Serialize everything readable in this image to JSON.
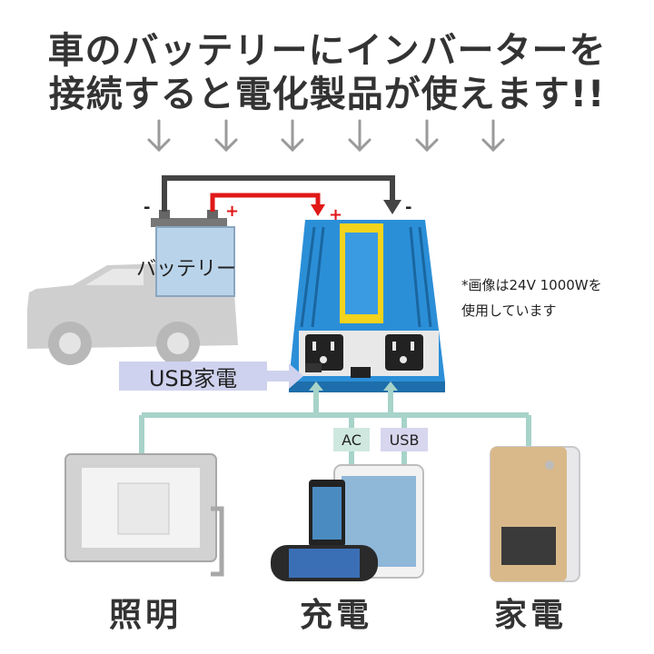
{
  "headline": {
    "line1": "車のバッテリーにインバーターを",
    "line2": "接続すると電化製品が使えます!!"
  },
  "battery": {
    "label": "バッテリー"
  },
  "signs": {
    "minus": "-",
    "plus": "+"
  },
  "note": {
    "line1": "*画像は24V 1000Wを",
    "line2": "使用しています"
  },
  "usb_label": "USB家電",
  "tags": {
    "ac": "AC",
    "usb": "USB"
  },
  "devices": {
    "light": "照明",
    "charge": "充電",
    "appliance": "家電"
  },
  "colors": {
    "text": "#333333",
    "cable_black": "#444444",
    "cable_red": "#e01818",
    "arrow_gray": "#9a9a9a",
    "teal_line": "#a7d3c9",
    "inverter_blue": "#2b8fd8",
    "usb_bg": "#cfd2ee"
  }
}
